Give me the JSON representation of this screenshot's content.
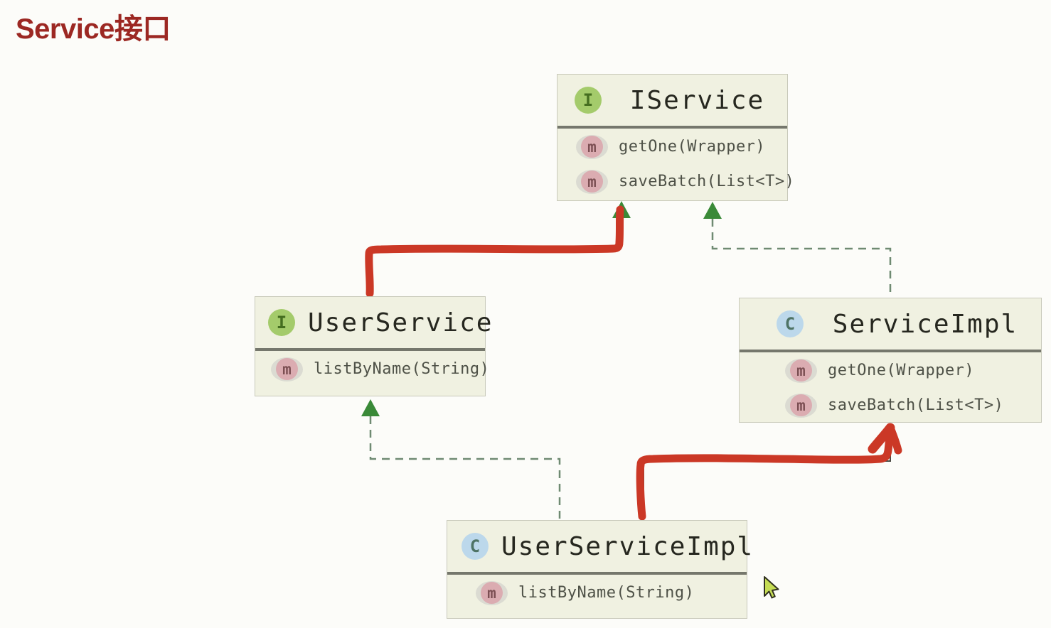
{
  "page": {
    "title": "Service接口"
  },
  "colors": {
    "bg": "#FCFCF9",
    "box_bg": "#F0F1E1",
    "box_border": "#C8C9BA",
    "separator": "#75776C",
    "name_text": "#26271F",
    "method_text": "#4E5147",
    "interface_badge_bg": "#A4CB6B",
    "interface_badge_fg": "#456E20",
    "class_badge_bg": "#BCD8EB",
    "class_badge_fg": "#4E7365",
    "method_badge_bg": "#DBACB1",
    "method_badge_fg": "#7C4F53",
    "method_halo": "#DBDBD2",
    "triangle_green": "#3A8A38",
    "dash_green": "#6F8A72",
    "annotation_red": "#CB3826",
    "assoc_dark": "#4A4A44",
    "title_red": "#9C2823",
    "cursor_fill": "#C5DC54",
    "cursor_stroke": "#30301F"
  },
  "icons": {
    "interface_badge": "I",
    "class_badge": "C",
    "method_badge": "m",
    "cursor": "pointer-arrow"
  },
  "classes": [
    {
      "name": "IService",
      "kind": "interface",
      "methods": [
        "getOne(Wrapper)",
        "saveBatch(List<T>)"
      ]
    },
    {
      "name": "UserService",
      "kind": "interface",
      "methods": [
        "listByName(String)"
      ]
    },
    {
      "name": "ServiceImpl",
      "kind": "class",
      "methods": [
        "getOne(Wrapper)",
        "saveBatch(List<T>)"
      ]
    },
    {
      "name": "UserServiceImpl",
      "kind": "class",
      "methods": [
        "listByName(String)"
      ]
    }
  ],
  "relations": [
    {
      "from": "UserService",
      "to": "IService",
      "type": "extends",
      "line": "solid",
      "marker": "green-triangle",
      "annotation": "red-marker-arrow"
    },
    {
      "from": "ServiceImpl",
      "to": "IService",
      "type": "implements",
      "line": "dashed",
      "marker": "green-triangle",
      "annotation": null
    },
    {
      "from": "UserServiceImpl",
      "to": "UserService",
      "type": "implements",
      "line": "dashed",
      "marker": "green-triangle",
      "annotation": null
    },
    {
      "from": "UserServiceImpl",
      "to": "ServiceImpl",
      "type": "extends",
      "line": "solid",
      "marker": "dark-triangle",
      "annotation": "red-marker-arrow"
    }
  ]
}
